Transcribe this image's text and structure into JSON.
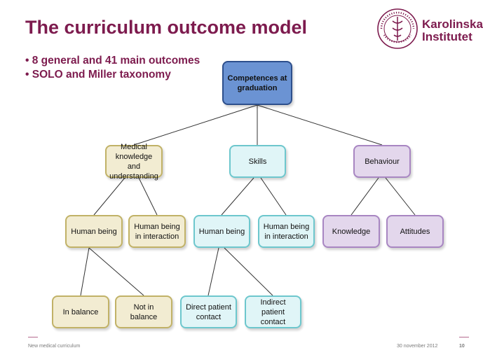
{
  "title": "The curriculum outcome model",
  "bullets": [
    "8 general and 41 main outcomes",
    "SOLO and Miller taxonomy"
  ],
  "logo": {
    "line1": "Karolinska",
    "line2": "Institutet"
  },
  "colors": {
    "accent": "#7d1b4e",
    "root_fill": "#6b93d3",
    "knowledge_branch_fill": "#f2ecd2",
    "skills_branch_fill": "#e0f5f7",
    "behaviour_branch_fill": "#e3d7ec"
  },
  "diagram": {
    "root": "Competences at graduation",
    "medical_knowledge": {
      "label": "Medical knowledge and understanding",
      "human_being": "Human being",
      "in_interaction": "Human being in interaction",
      "in_balance": "In balance",
      "not_in_balance": "Not in balance"
    },
    "skills": {
      "label": "Skills",
      "human_being": "Human being",
      "in_interaction": "Human being in interaction",
      "direct_contact": "Direct patient contact",
      "indirect_contact": "Indirect patient contact"
    },
    "behaviour": {
      "label": "Behaviour",
      "knowledge": "Knowledge",
      "attitudes": "Attitudes"
    }
  },
  "footer": {
    "left": "New medical curriculum",
    "date": "30 november 2012",
    "page": "10"
  }
}
